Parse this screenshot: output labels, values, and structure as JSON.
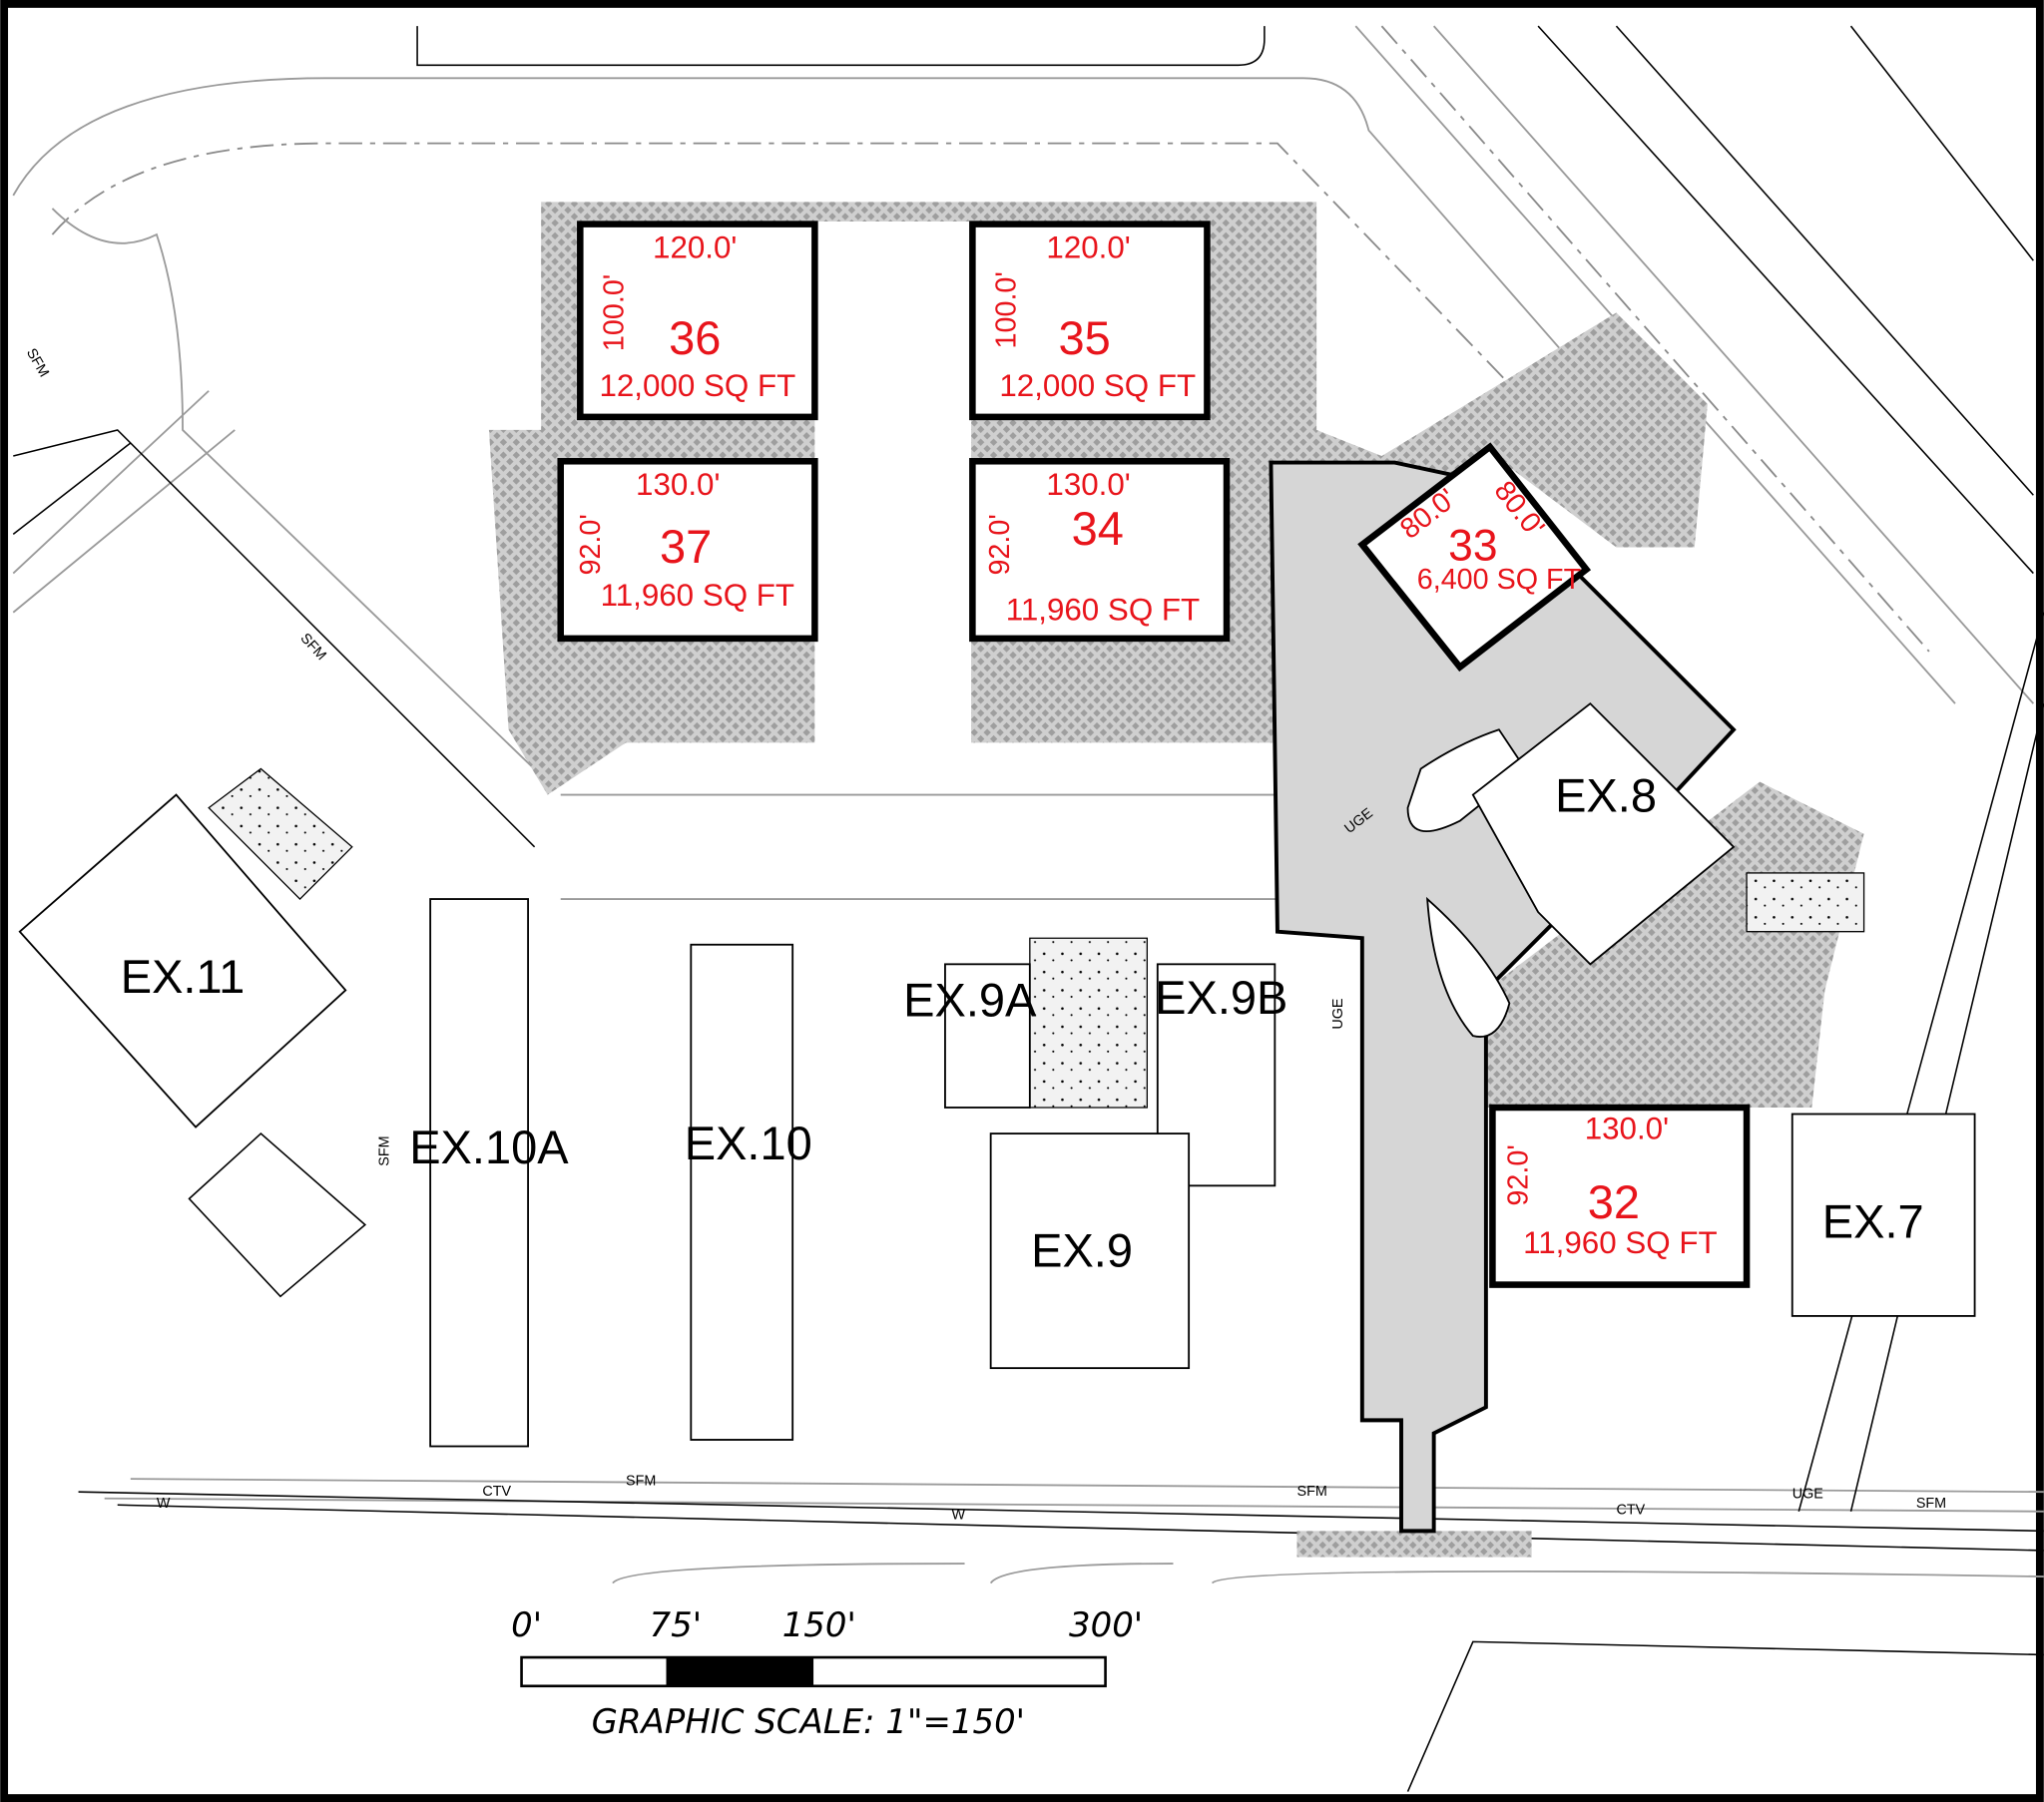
{
  "colors": {
    "proposed_text": "#e8141b",
    "paving_hatch": "#bdbdbd",
    "drive": "#d6d6d6",
    "linework": "#000000"
  },
  "proposed_buildings": [
    {
      "number": "36",
      "width": "120.0'",
      "depth": "100.0'",
      "area": "12,000 SQ FT"
    },
    {
      "number": "35",
      "width": "120.0'",
      "depth": "100.0'",
      "area": "12,000 SQ FT"
    },
    {
      "number": "37",
      "width": "130.0'",
      "depth": "92.0'",
      "area": "11,960 SQ FT"
    },
    {
      "number": "34",
      "width": "130.0'",
      "depth": "92.0'",
      "area": "11,960 SQ FT"
    },
    {
      "number": "33",
      "width": "80.0'",
      "depth": "80.0'",
      "area": "6,400 SQ FT"
    },
    {
      "number": "32",
      "width": "130.0'",
      "depth": "92.0'",
      "area": "11,960 SQ FT"
    }
  ],
  "existing_buildings": [
    "EX.11",
    "EX.10A",
    "EX.10",
    "EX.9A",
    "EX.9B",
    "EX.9",
    "EX.8",
    "EX.7"
  ],
  "utility_labels": {
    "sanitary_force_main": "SFM",
    "cable_tv": "CTV",
    "underground_electric": "UGE",
    "water": "W"
  },
  "scale_bar": {
    "ticks": [
      "0'",
      "75'",
      "150'",
      "300'"
    ],
    "caption": "GRAPHIC SCALE: 1\"=150'"
  }
}
